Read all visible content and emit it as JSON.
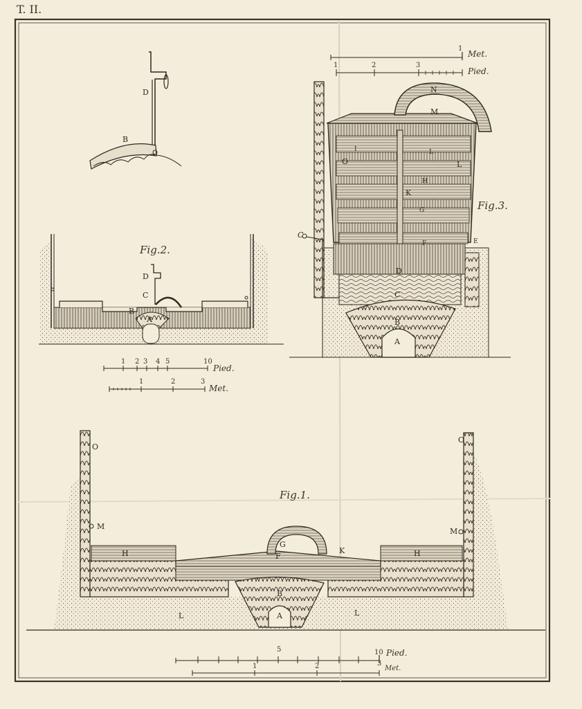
{
  "plate": {
    "plate_number": "T. II.",
    "paper_color": "#f3eddc",
    "ink_color": "#2e2820"
  },
  "fig1": {
    "title": "Fig.1.",
    "letters": {
      "o_left": "O",
      "o_right": "O",
      "m_left": "M",
      "m_right": "M",
      "h_left": "H",
      "h_right": "H",
      "g": "G",
      "f": "F",
      "k": "K",
      "b": "B",
      "a": "A",
      "l_left": "L",
      "l_right": "L"
    },
    "scale": {
      "pied_label": "Pied.",
      "met_label": "Met.",
      "pied_numbers": [
        "5",
        "10"
      ],
      "met_numbers": [
        "1",
        "2",
        "3"
      ]
    }
  },
  "fig2": {
    "title": "Fig.2.",
    "letters": {
      "d": "D",
      "c": "C",
      "b": "B",
      "a": "A"
    },
    "scale": {
      "pied_label": "Pied.",
      "met_label": "Met.",
      "pied_numbers": [
        "1",
        "2",
        "3",
        "4",
        "5",
        "10"
      ],
      "met_numbers": [
        "1",
        "2",
        "3"
      ]
    }
  },
  "fig3": {
    "title": "Fig.3.",
    "letters": {
      "n": "N",
      "m": "M",
      "o": "O",
      "l_inner": "L",
      "l_outer": "L",
      "h": "H",
      "k": "K",
      "g": "G",
      "f": "F",
      "d": "D",
      "c": "C",
      "b": "B",
      "a": "A",
      "c_left": "C",
      "e": "E",
      "i": "I"
    },
    "scale": {
      "met_label": "Met.",
      "pied_label": "Pied.",
      "met_numbers": [
        "1"
      ],
      "pied_numbers": [
        "1",
        "2",
        "3"
      ]
    }
  },
  "detail": {
    "letters": {
      "d": "D",
      "b": "B"
    }
  }
}
